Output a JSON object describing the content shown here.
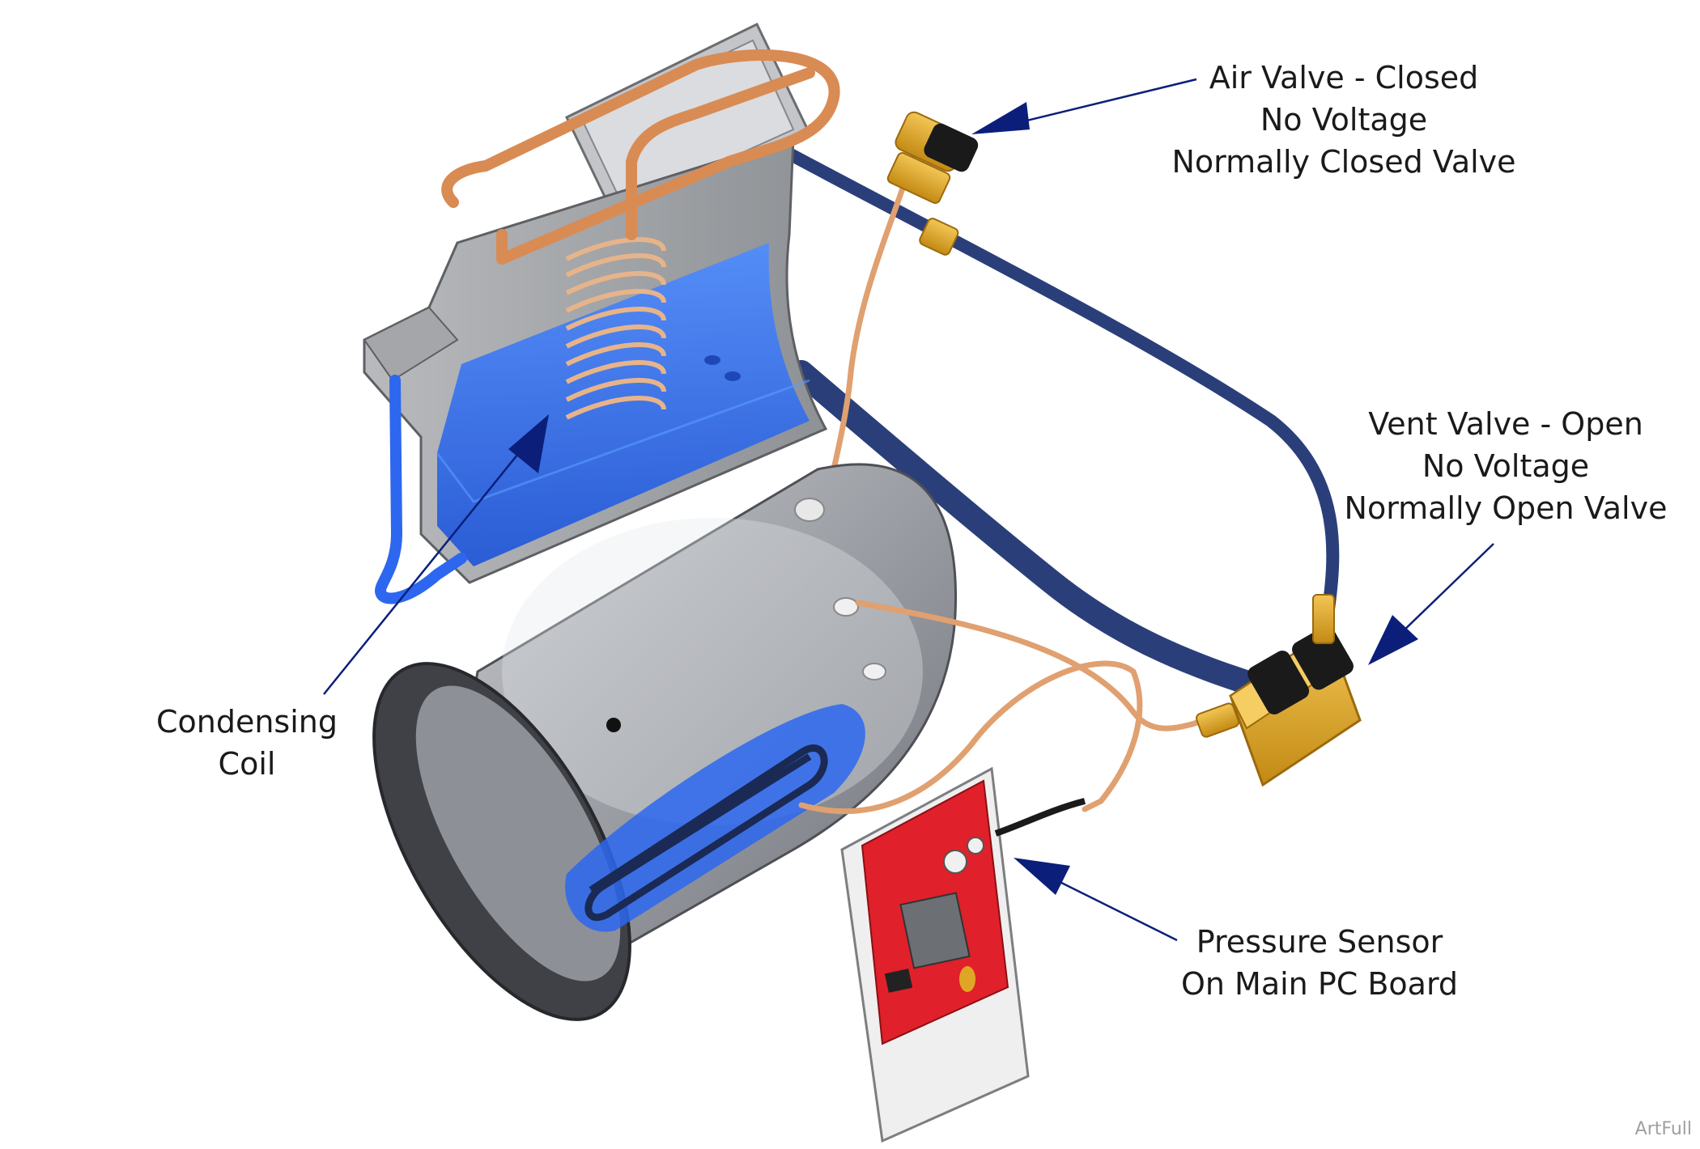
{
  "labels": {
    "air_valve": {
      "line1": "Air Valve - Closed",
      "line2": "No Voltage",
      "line3": "Normally Closed Valve"
    },
    "vent_valve": {
      "line1": "Vent Valve - Open",
      "line2": "No Voltage",
      "line3": "Normally Open Valve"
    },
    "condensing_coil": {
      "line1": "Condensing",
      "line2": "Coil"
    },
    "pressure_sensor": {
      "line1": "Pressure Sensor",
      "line2": "On Main PC Board"
    }
  },
  "watermark": "ArtFull",
  "colors": {
    "arrow": "#0b1f7a",
    "reservoir_water": "#2f6ff0",
    "copper_tube": "#e0a070",
    "blue_hose": "#2a3f7a",
    "brass_valve": "#e1a526",
    "pc_board": "#e0202a",
    "chamber_gray": "#8a8d93"
  }
}
